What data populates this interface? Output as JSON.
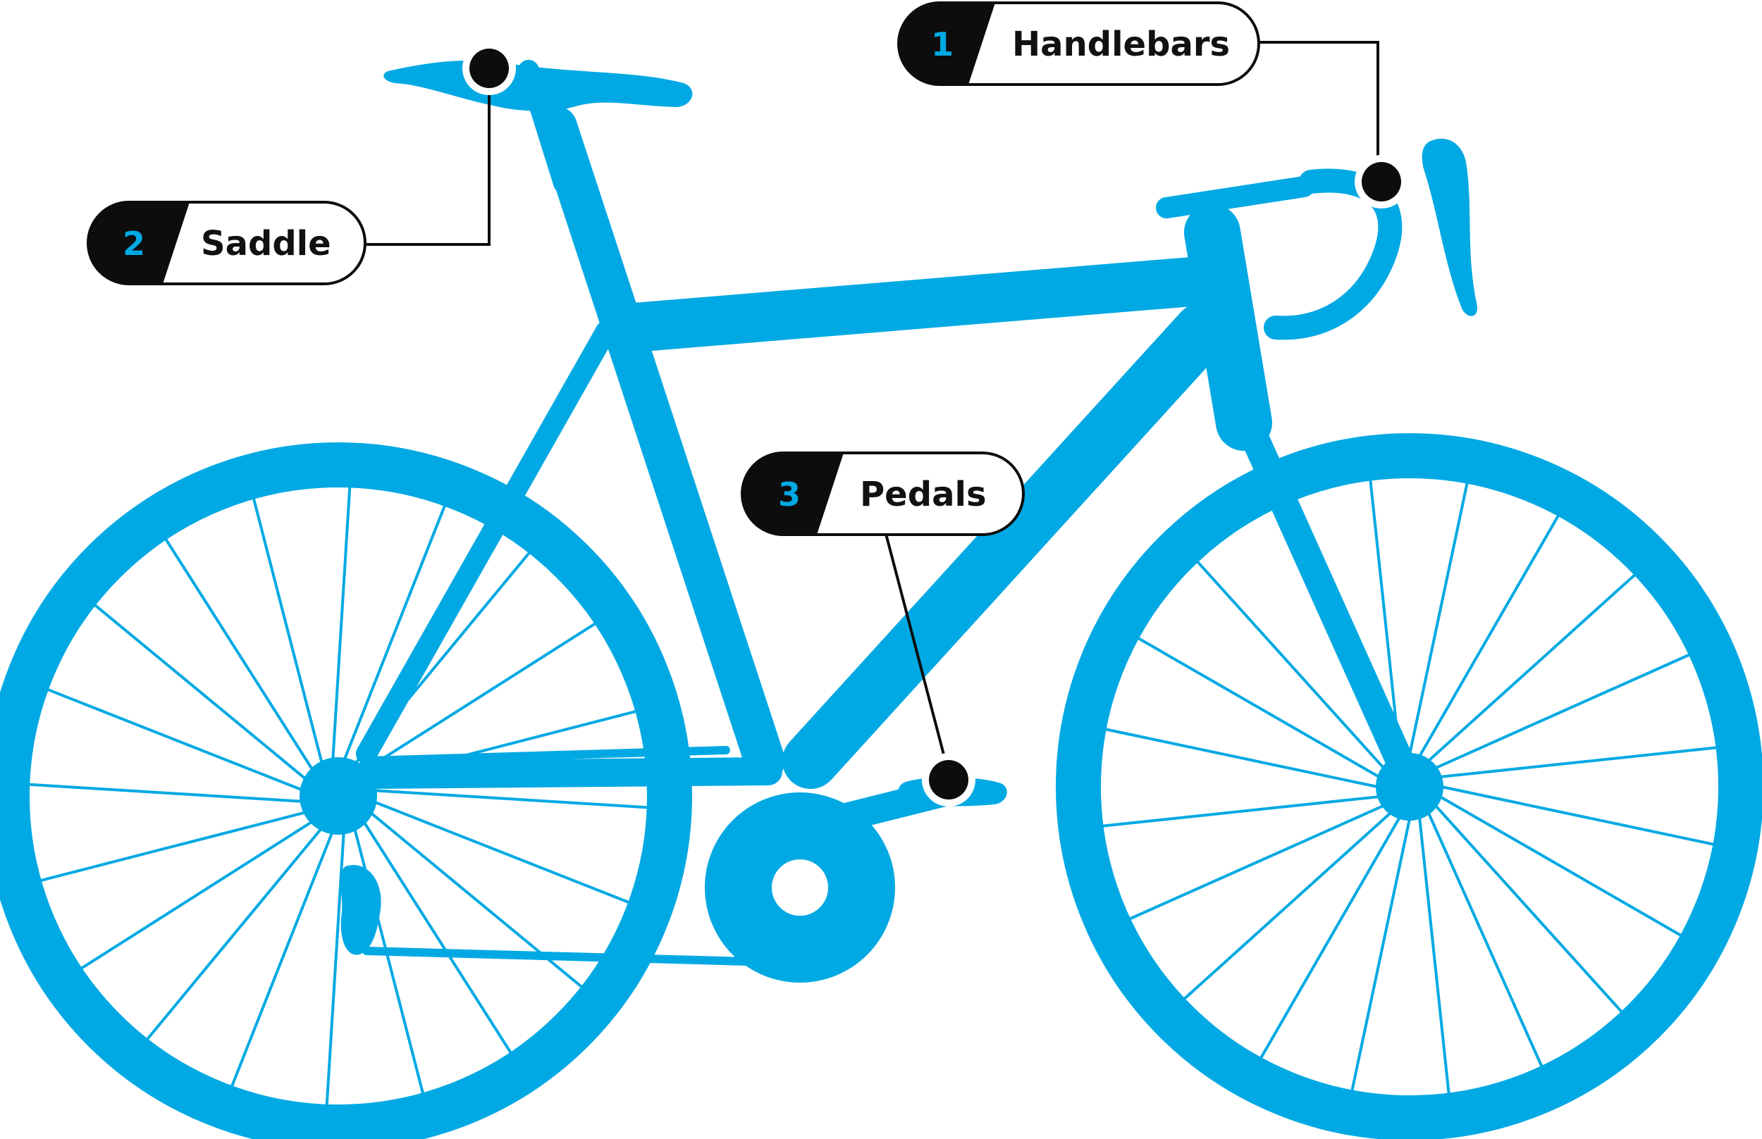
{
  "colors": {
    "bike": "#00a9e3",
    "label_dark": "#0d0d0d",
    "label_light": "#ffffff",
    "leader_line": "#0d0d0d",
    "number_text": "#00a9e3"
  },
  "callouts": [
    {
      "number": "1",
      "label": "Handlebars"
    },
    {
      "number": "2",
      "label": "Saddle"
    },
    {
      "number": "3",
      "label": "Pedals"
    }
  ]
}
